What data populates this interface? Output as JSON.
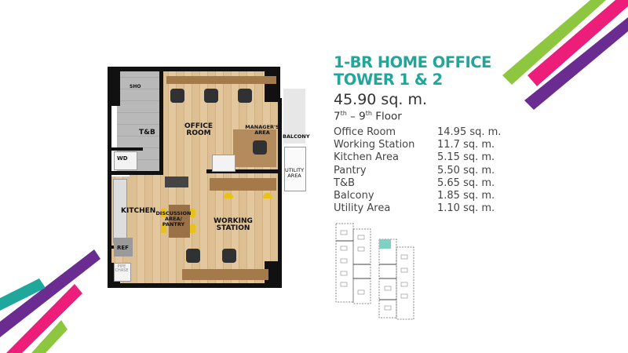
{
  "title_line1": "1-BR HOME OFFICE",
  "title_line2": "TOWER 1 & 2",
  "total_area": "45.90 sq. m.",
  "floor": {
    "from": "7",
    "from_sup": "th",
    "dash": " – ",
    "to": "9",
    "to_sup": "th",
    "suffix": " Floor"
  },
  "specs": [
    {
      "name": "Office Room",
      "value": "14.95 sq. m."
    },
    {
      "name": "Working Station",
      "value": "11.7 sq. m."
    },
    {
      "name": "Kitchen Area",
      "value": "5.15 sq. m."
    },
    {
      "name": "Pantry",
      "value": "5.50 sq. m."
    },
    {
      "name": "T&B",
      "value": "5.65 sq. m."
    },
    {
      "name": "Balcony",
      "value": "1.85 sq. m."
    },
    {
      "name": "Utility Area",
      "value": "1.10 sq. m."
    }
  ],
  "plan_labels": {
    "sho": "SHO",
    "tb": "T&B",
    "wd": "WD",
    "office": "OFFICE ROOM",
    "manager": "MANAGER'S AREA",
    "balcony": "BALCONY",
    "utility": "UTILITY AREA",
    "kitchen": "KITCHEN",
    "discussion": "DISCUSSION AREA/ PANTRY",
    "working": "WORKING STATION",
    "ref": "REF",
    "pipe": "PIPE CHASE"
  },
  "colors": {
    "teal": "#1fa79b",
    "green": "#8dc63f",
    "pink": "#ec1e79",
    "purple": "#6a2c91"
  }
}
